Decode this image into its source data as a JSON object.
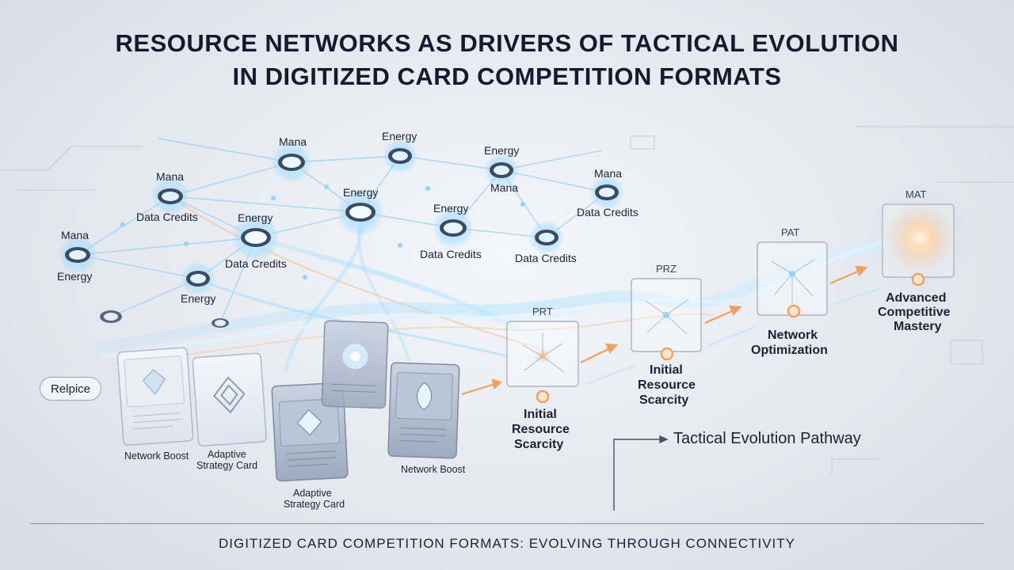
{
  "title": {
    "line1": "RESOURCE NETWORKS AS DRIVERS OF TACTICAL EVOLUTION",
    "line2": "IN DIGITIZED CARD COMPETITION FORMATS"
  },
  "network": {
    "labels": {
      "mana_left": "Mana",
      "energy_left": "Energy",
      "mana_a": "Mana",
      "data_credits_a": "Data Credits",
      "mana_top": "Mana",
      "energy_mid": "Energy",
      "data_credits_mid": "Data Credits",
      "energy_low": "Energy",
      "energy_top": "Energy",
      "energy_center": "Energy",
      "energy_right": "Energy",
      "mana_right_inner": "Mana",
      "energy_right2": "Energy",
      "data_credits_right": "Data Credits",
      "data_credits_right2": "Data Credits",
      "mana_far_right": "Mana",
      "data_credits_far_right": "Data Credits"
    }
  },
  "cards": [
    {
      "name_line1": "Network Boost",
      "name_line2": ""
    },
    {
      "name_line1": "Adaptive",
      "name_line2": "Strategy Card"
    },
    {
      "name_line1": "Adaptive",
      "name_line2": "Strategy Card"
    },
    {
      "name_line1": "Network Boost",
      "name_line2": ""
    }
  ],
  "replace_button": "Relpice",
  "stages": [
    {
      "code": "PRT",
      "line1": "Initial",
      "line2": "Resource",
      "line3": "Scarcity"
    },
    {
      "code": "PRZ",
      "line1": "Initial",
      "line2": "Resource",
      "line3": "Scarcity"
    },
    {
      "code": "PAT",
      "line1": "Network",
      "line2": "Optimization",
      "line3": ""
    },
    {
      "code": "MAT",
      "line1": "Advanced",
      "line2": "Competitive",
      "line3": "Mastery"
    }
  ],
  "pathway_label": "Tactical Evolution Pathway",
  "footer": "DIGITIZED CARD COMPETITION FORMATS: EVOLVING THROUGH CONNECTIVITY",
  "colors": {
    "node_glow": "#7fd0ff",
    "stream": "#9fdcff",
    "accent": "#f0a060",
    "text": "#1b2236"
  }
}
